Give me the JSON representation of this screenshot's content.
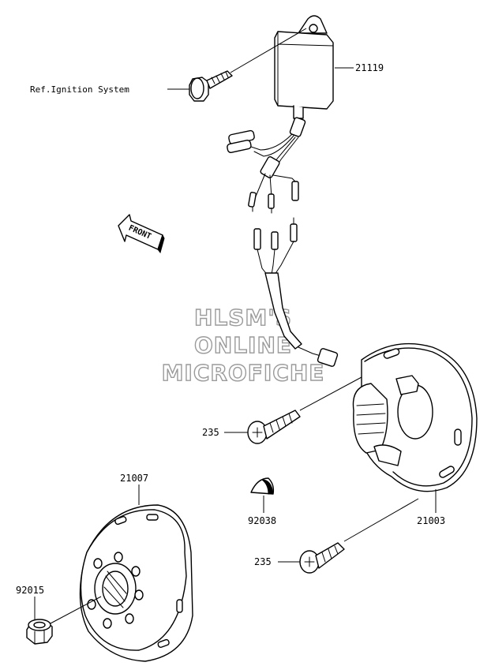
{
  "watermark": {
    "line1": "HLSM'S",
    "line2": "ONLINE",
    "line3": "MICROFICHE"
  },
  "front_arrow": {
    "label": "FRONT"
  },
  "callouts": {
    "ref_ignition": "Ref.Ignition System",
    "cdi_unit": "21119",
    "flywheel": "21007",
    "stator": "21003",
    "screw_upper": "235",
    "screw_lower": "235",
    "key": "92038",
    "nut": "92015"
  }
}
